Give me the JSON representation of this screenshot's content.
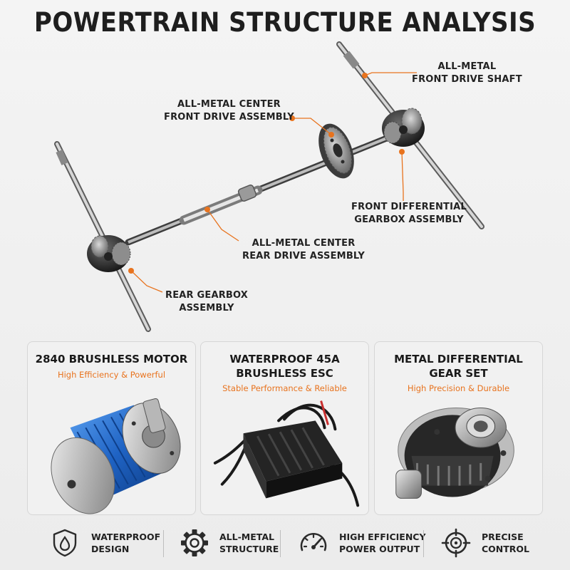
{
  "title": "POWERTRAIN STRUCTURE ANALYSIS",
  "callouts": {
    "front_drive_shaft": [
      "ALL-METAL",
      "FRONT DRIVE SHAFT"
    ],
    "center_front": [
      "ALL-METAL CENTER",
      "FRONT DRIVE ASSEMBLY"
    ],
    "front_diff": [
      "FRONT DIFFERENTIAL",
      "GEARBOX ASSEMBLY"
    ],
    "center_rear": [
      "ALL-METAL CENTER",
      "REAR DRIVE ASSEMBLY"
    ],
    "rear_gearbox": [
      "REAR GEARBOX",
      "ASSEMBLY"
    ]
  },
  "cards": [
    {
      "title": [
        "2840 BRUSHLESS MOTOR"
      ],
      "subtitle": "High Efficiency & Powerful"
    },
    {
      "title": [
        "WATERPROOF 45A",
        "BRUSHLESS ESC"
      ],
      "subtitle": "Stable Performance & Reliable"
    },
    {
      "title": [
        "METAL DIFFERENTIAL",
        "GEAR SET"
      ],
      "subtitle": "High Precision & Durable"
    }
  ],
  "features": [
    {
      "icon": "shield-droplet-icon",
      "lines": [
        "WATERPROOF",
        "DESIGN"
      ]
    },
    {
      "icon": "gear-icon",
      "lines": [
        "ALL-METAL",
        "STRUCTURE"
      ]
    },
    {
      "icon": "speedometer-icon",
      "lines": [
        "HIGH EFFICIENCY",
        "POWER OUTPUT"
      ]
    },
    {
      "icon": "crosshair-icon",
      "lines": [
        "PRECISE",
        "CONTROL"
      ]
    }
  ],
  "colors": {
    "accent": "#e8731e",
    "background": "#efefef",
    "text": "#1e1e1e",
    "motor_blue": "#1f63c4"
  }
}
